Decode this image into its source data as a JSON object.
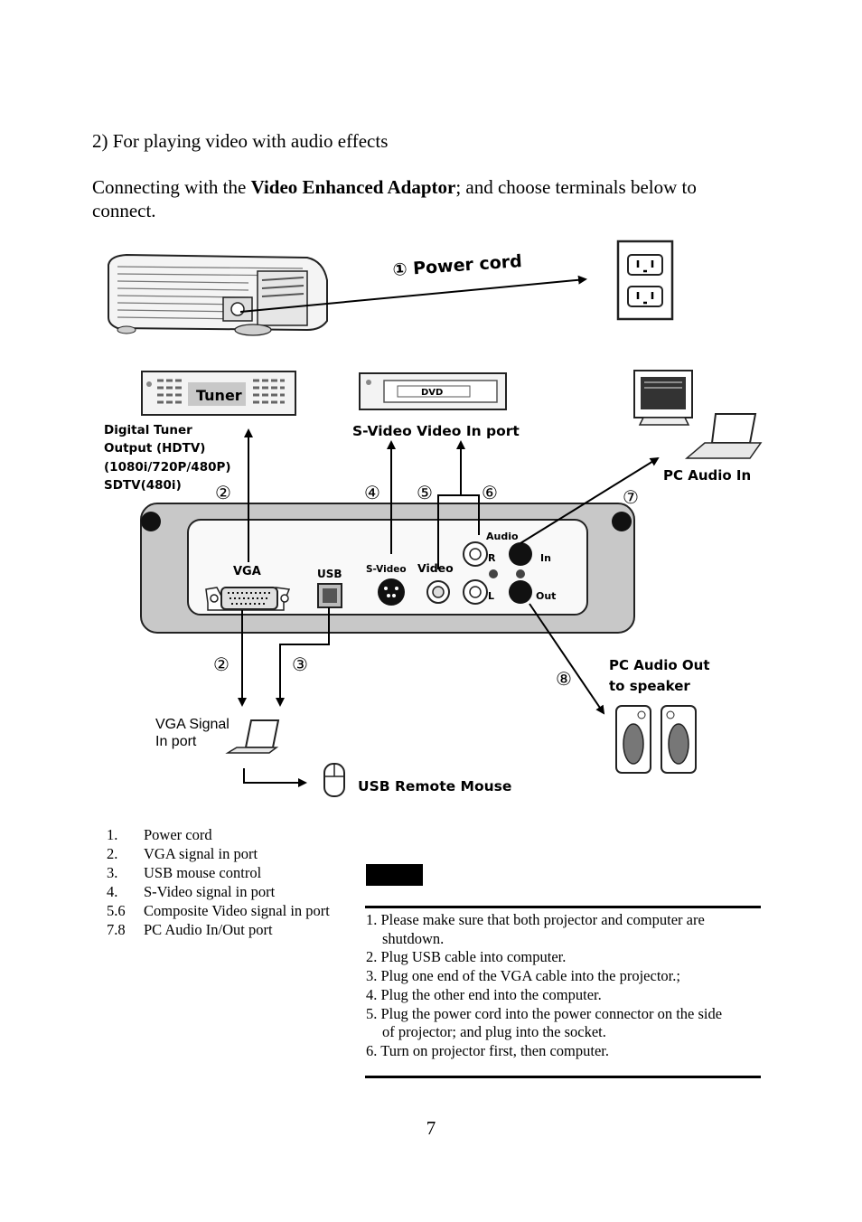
{
  "section_heading": "2) For playing video with audio effects",
  "intro": {
    "before": "Connecting with the ",
    "bold": "Video Enhanced Adaptor",
    "after": "; and choose terminals below to connect."
  },
  "diagram": {
    "power_cord_label": "① Power cord",
    "tuner_label": "Tuner",
    "dvd_label": "DVD",
    "digital_tuner_lines": [
      "Digital Tuner",
      "Output (HDTV)",
      "(1080i/720P/480P)",
      "SDTV(480i)"
    ],
    "svideo_video_in_label": "S-Video  Video In port",
    "pc_audio_in_label": "PC Audio In",
    "panel": {
      "vga": "VGA",
      "usb": "USB",
      "svideo": "S-Video",
      "video": "Video",
      "audio": "Audio",
      "r": "R",
      "l": "L",
      "in": "In",
      "out": "Out"
    },
    "markers": {
      "n2": "②",
      "n3": "③",
      "n4": "④",
      "n5": "⑤",
      "n6": "⑥",
      "n7": "⑦",
      "n8": "⑧"
    },
    "pc_audio_out_lines": [
      "PC Audio Out",
      "to speaker"
    ],
    "vga_signal_lines": [
      "VGA Signal",
      "In port"
    ],
    "usb_mouse_label": "USB Remote Mouse"
  },
  "legend": [
    {
      "num": "1.",
      "text": "Power cord"
    },
    {
      "num": "2.",
      "text": "VGA signal in port"
    },
    {
      "num": "3.",
      "text": "USB mouse control"
    },
    {
      "num": "4.",
      "text": "S-Video signal in port"
    },
    {
      "num": "5.6",
      "text": "Composite Video signal in port"
    },
    {
      "num": "7.8",
      "text": "PC Audio In/Out port"
    }
  ],
  "steps": [
    {
      "line1": "1. Please make sure that both projector and computer are",
      "line2": "shutdown."
    },
    {
      "line1": "2. Plug USB cable into computer.",
      "line2": ""
    },
    {
      "line1": "3. Plug one end of the VGA cable into the projector.;",
      "line2": ""
    },
    {
      "line1": "4. Plug the other end into the computer.",
      "line2": ""
    },
    {
      "line1": "5. Plug the power cord into the power connector on the side",
      "line2": "of projector; and plug into the socket."
    },
    {
      "line1": "6. Turn on projector first, then computer.",
      "line2": ""
    }
  ],
  "page_number": "7"
}
